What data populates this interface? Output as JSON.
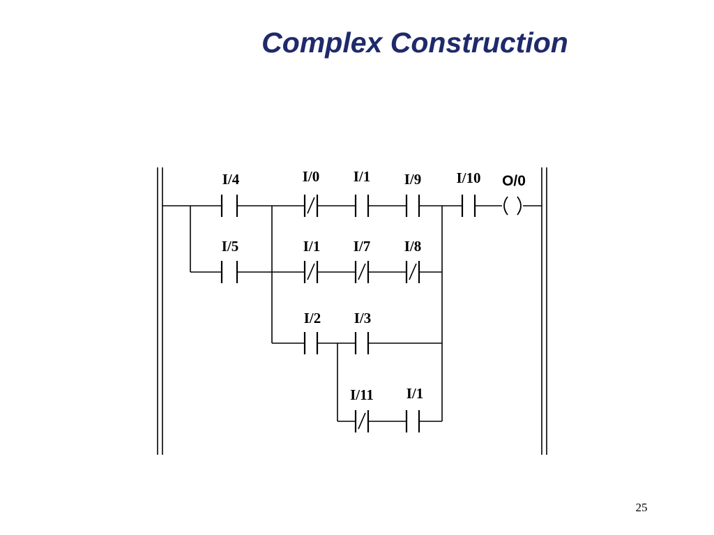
{
  "slide": {
    "title": "Complex Construction",
    "page_number": "25"
  },
  "diagram": {
    "output": "O/0",
    "contacts": [
      {
        "id": "r1c1",
        "label": "I/4",
        "type": "no"
      },
      {
        "id": "r1c2",
        "label": "I/0",
        "type": "nc"
      },
      {
        "id": "r1c3",
        "label": "I/1",
        "type": "no"
      },
      {
        "id": "r1c4",
        "label": "I/9",
        "type": "no"
      },
      {
        "id": "r1c5",
        "label": "I/10",
        "type": "no"
      },
      {
        "id": "r2c1",
        "label": "I/5",
        "type": "no"
      },
      {
        "id": "r2c2",
        "label": "I/1",
        "type": "nc"
      },
      {
        "id": "r2c3",
        "label": "I/7",
        "type": "nc"
      },
      {
        "id": "r2c4",
        "label": "I/8",
        "type": "nc"
      },
      {
        "id": "r3c1",
        "label": "I/2",
        "type": "no"
      },
      {
        "id": "r3c2",
        "label": "I/3",
        "type": "no"
      },
      {
        "id": "r4c1",
        "label": "I/11",
        "type": "nc"
      },
      {
        "id": "r4c2",
        "label": "I/1",
        "type": "no"
      }
    ]
  }
}
